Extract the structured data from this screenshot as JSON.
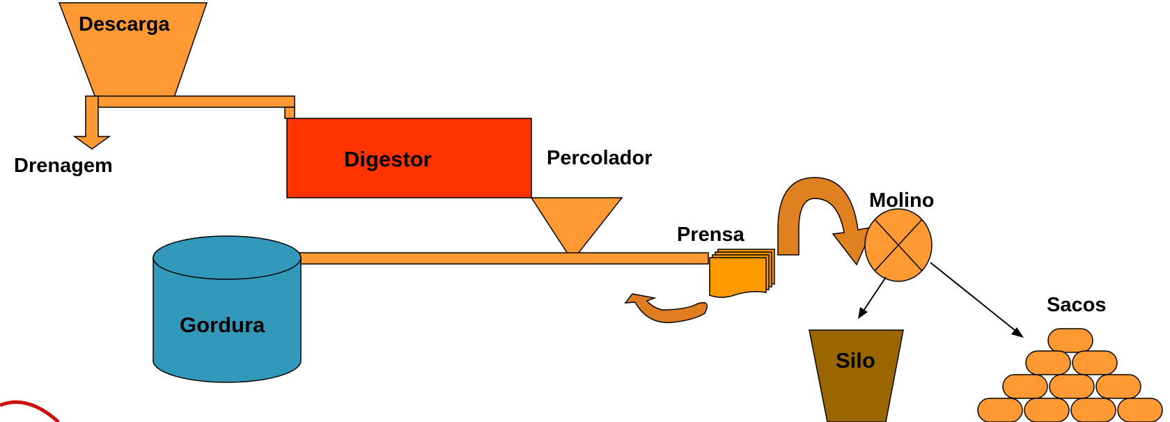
{
  "labels": {
    "descarga": "Descarga",
    "drenagem": "Drenagem",
    "digestor": "Digestor",
    "percolador": "Percolador",
    "gordura": "Gordura",
    "prensa": "Prensa",
    "molino": "Molino",
    "silo": "Silo",
    "sacos": "Sacos"
  },
  "colors": {
    "orange": "#FF9933",
    "digestor_red": "#FF3300",
    "gordura_blue": "#3399BB",
    "silo_brown": "#996600",
    "press_orange": "#FF9900",
    "return_arrow": "#E07D20",
    "outline": "#000000"
  }
}
